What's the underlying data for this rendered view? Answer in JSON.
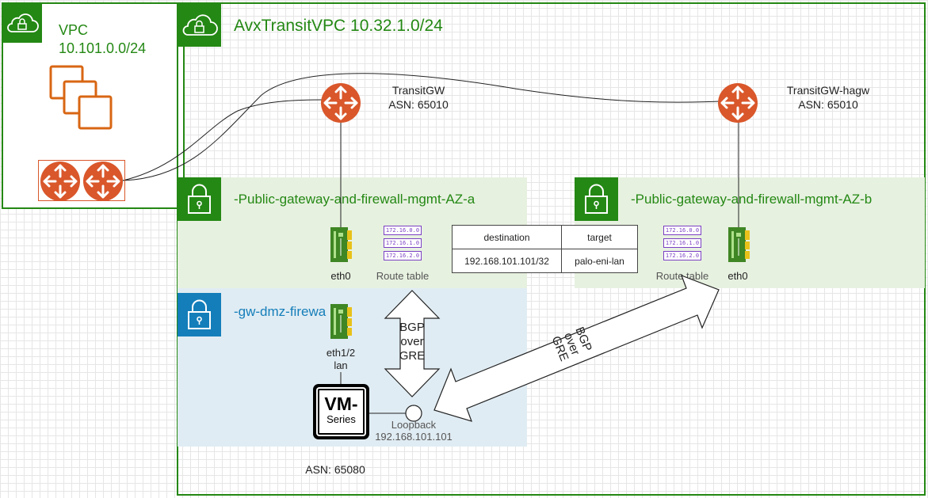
{
  "spoke_vpc": {
    "title": "VPC",
    "cidr": "10.101.0.0/24"
  },
  "transit_vpc": {
    "title": "AvxTransitVPC 10.32.1.0/24"
  },
  "transit_gw": {
    "name": "TransitGW",
    "asn": "ASN: 65010"
  },
  "transit_gw_ha": {
    "name": "TransitGW-hagw",
    "asn": "ASN: 65010"
  },
  "subnet_a": {
    "title": "-Public-gateway-and-firewall-mgmt-AZ-a",
    "eni_label": "eth0",
    "route_table_label": "Route table"
  },
  "subnet_b": {
    "title": "-Public-gateway-and-firewall-mgmt-AZ-b",
    "eni_label": "eth0",
    "route_table_label": "Route table"
  },
  "dmz_subnet": {
    "title": "-gw-dmz-firewa",
    "eni_label_1": "eth1/2",
    "eni_label_2": "lan"
  },
  "route_entries": [
    "172.16.0.0",
    "172.16.1.0",
    "172.16.2.0"
  ],
  "route_table": {
    "headers": [
      "destination",
      "target"
    ],
    "rows": [
      [
        "192.168.101.101/32",
        "palo-eni-lan"
      ]
    ]
  },
  "firewall": {
    "line1": "VM-",
    "line2": "Series",
    "asn": "ASN: 65080"
  },
  "loopback": {
    "label": "Loopback",
    "ip": "192.168.101.101"
  },
  "bgp_vertical": {
    "line1": "BGP",
    "line2": "over",
    "line3": "GRE"
  },
  "bgp_diagonal": {
    "line1": "BGP",
    "line2": "over",
    "line3": "GRE"
  },
  "colors": {
    "vpc_green": "#248814",
    "subnet_green": "#e7f1e0",
    "subnet_blue": "#e0ecf3",
    "router_orange": "#d9572b",
    "instance_orange": "#d86613",
    "eni_green": "#3f8624"
  }
}
